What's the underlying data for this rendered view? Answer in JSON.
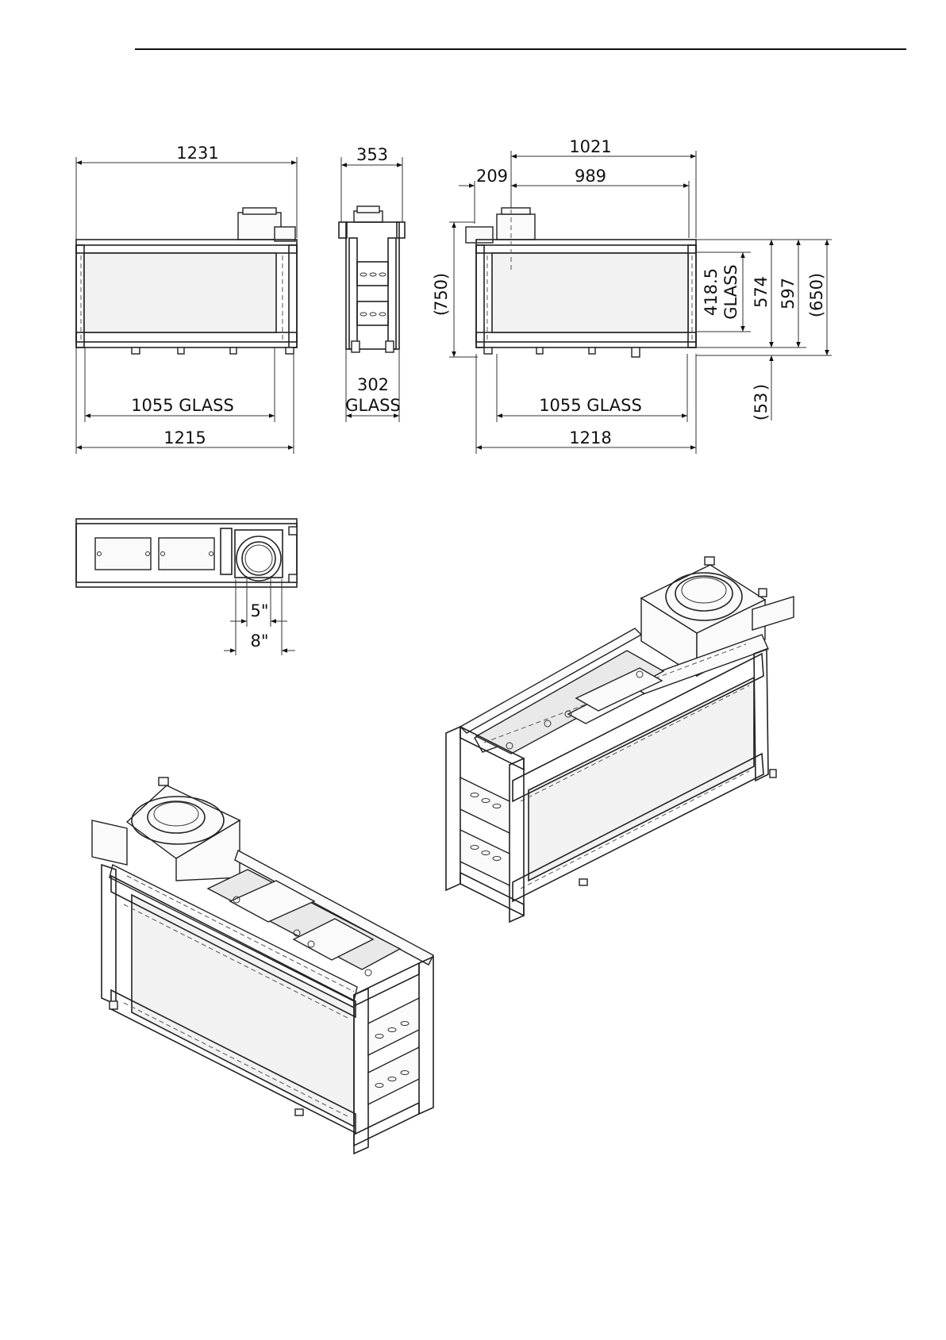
{
  "dimensions": {
    "front_view": {
      "overall_width": "1231",
      "glass_width": "1055 GLASS",
      "frame_width": "1215"
    },
    "side_view": {
      "depth": "353",
      "glass_width_top": "302",
      "glass_width_bottom": "GLASS"
    },
    "back_view": {
      "to_flue_center": "1021",
      "flue_offset": "209",
      "frame_to_flue": "989",
      "overall_height": "750",
      "glass_width": "1055 GLASS",
      "frame_width": "1218",
      "glass_height_value": "418.5",
      "glass_height_label": "GLASS",
      "height_574": "574",
      "height_597": "597",
      "height_650": "650",
      "leg_height": "53"
    },
    "top_view": {
      "flue_inner": "5\"",
      "flue_outer": "8\""
    }
  },
  "colors": {
    "line": "#1a1a1a",
    "glass_fill": "#f2f2f2",
    "background": "#ffffff"
  }
}
